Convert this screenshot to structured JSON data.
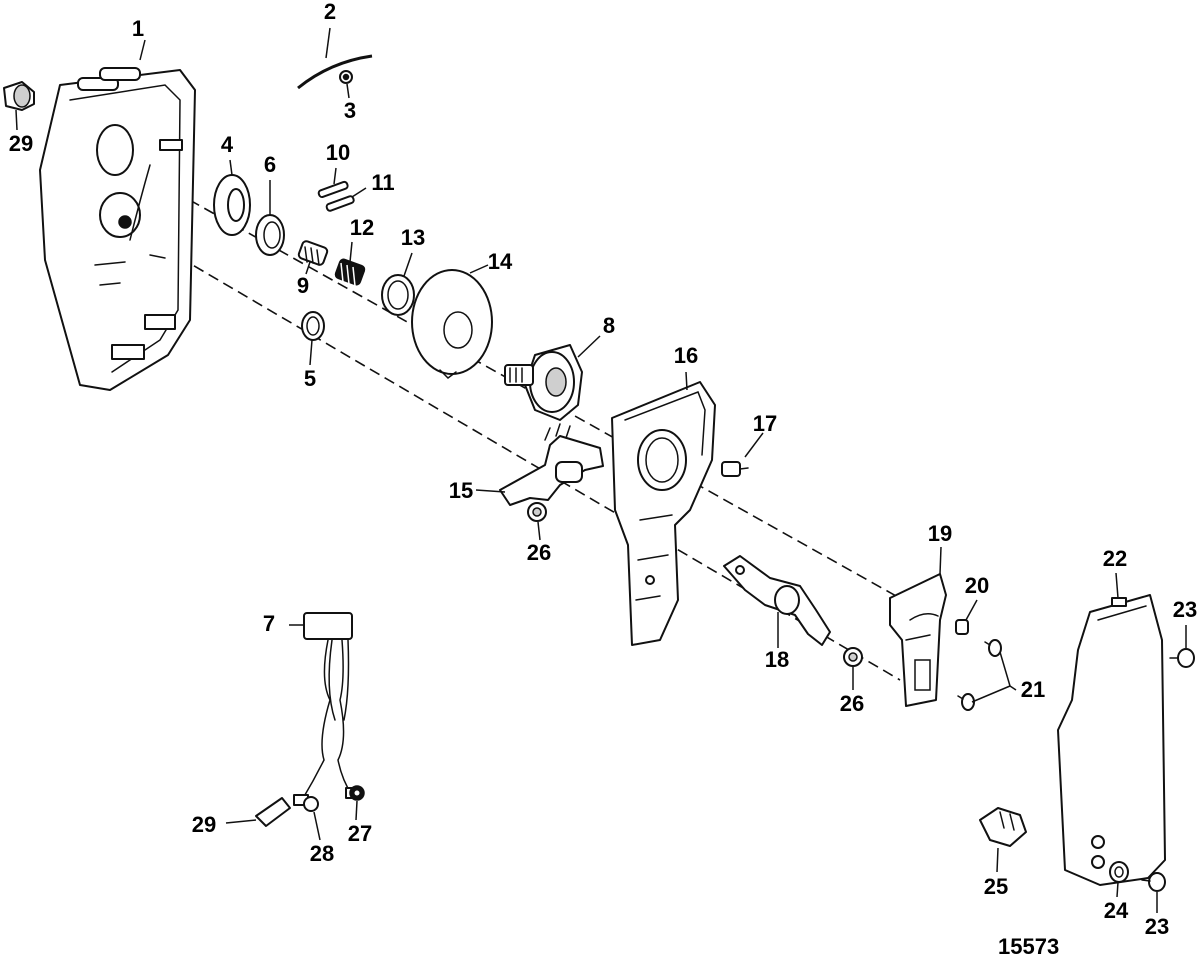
{
  "figure_number": "15573",
  "callouts": {
    "c1": "1",
    "c2": "2",
    "c3": "3",
    "c4": "4",
    "c5": "5",
    "c6": "6",
    "c7": "7",
    "c8": "8",
    "c9": "9",
    "c10": "10",
    "c11": "11",
    "c12": "12",
    "c13": "13",
    "c14": "14",
    "c15": "15",
    "c16": "16",
    "c17": "17",
    "c18": "18",
    "c19": "19",
    "c20": "20",
    "c21": "21",
    "c22": "22",
    "c23a": "23",
    "c23b": "23",
    "c24": "24",
    "c25": "25",
    "c26a": "26",
    "c26b": "26",
    "c27": "27",
    "c28": "28",
    "c29a": "29",
    "c29b": "29"
  }
}
